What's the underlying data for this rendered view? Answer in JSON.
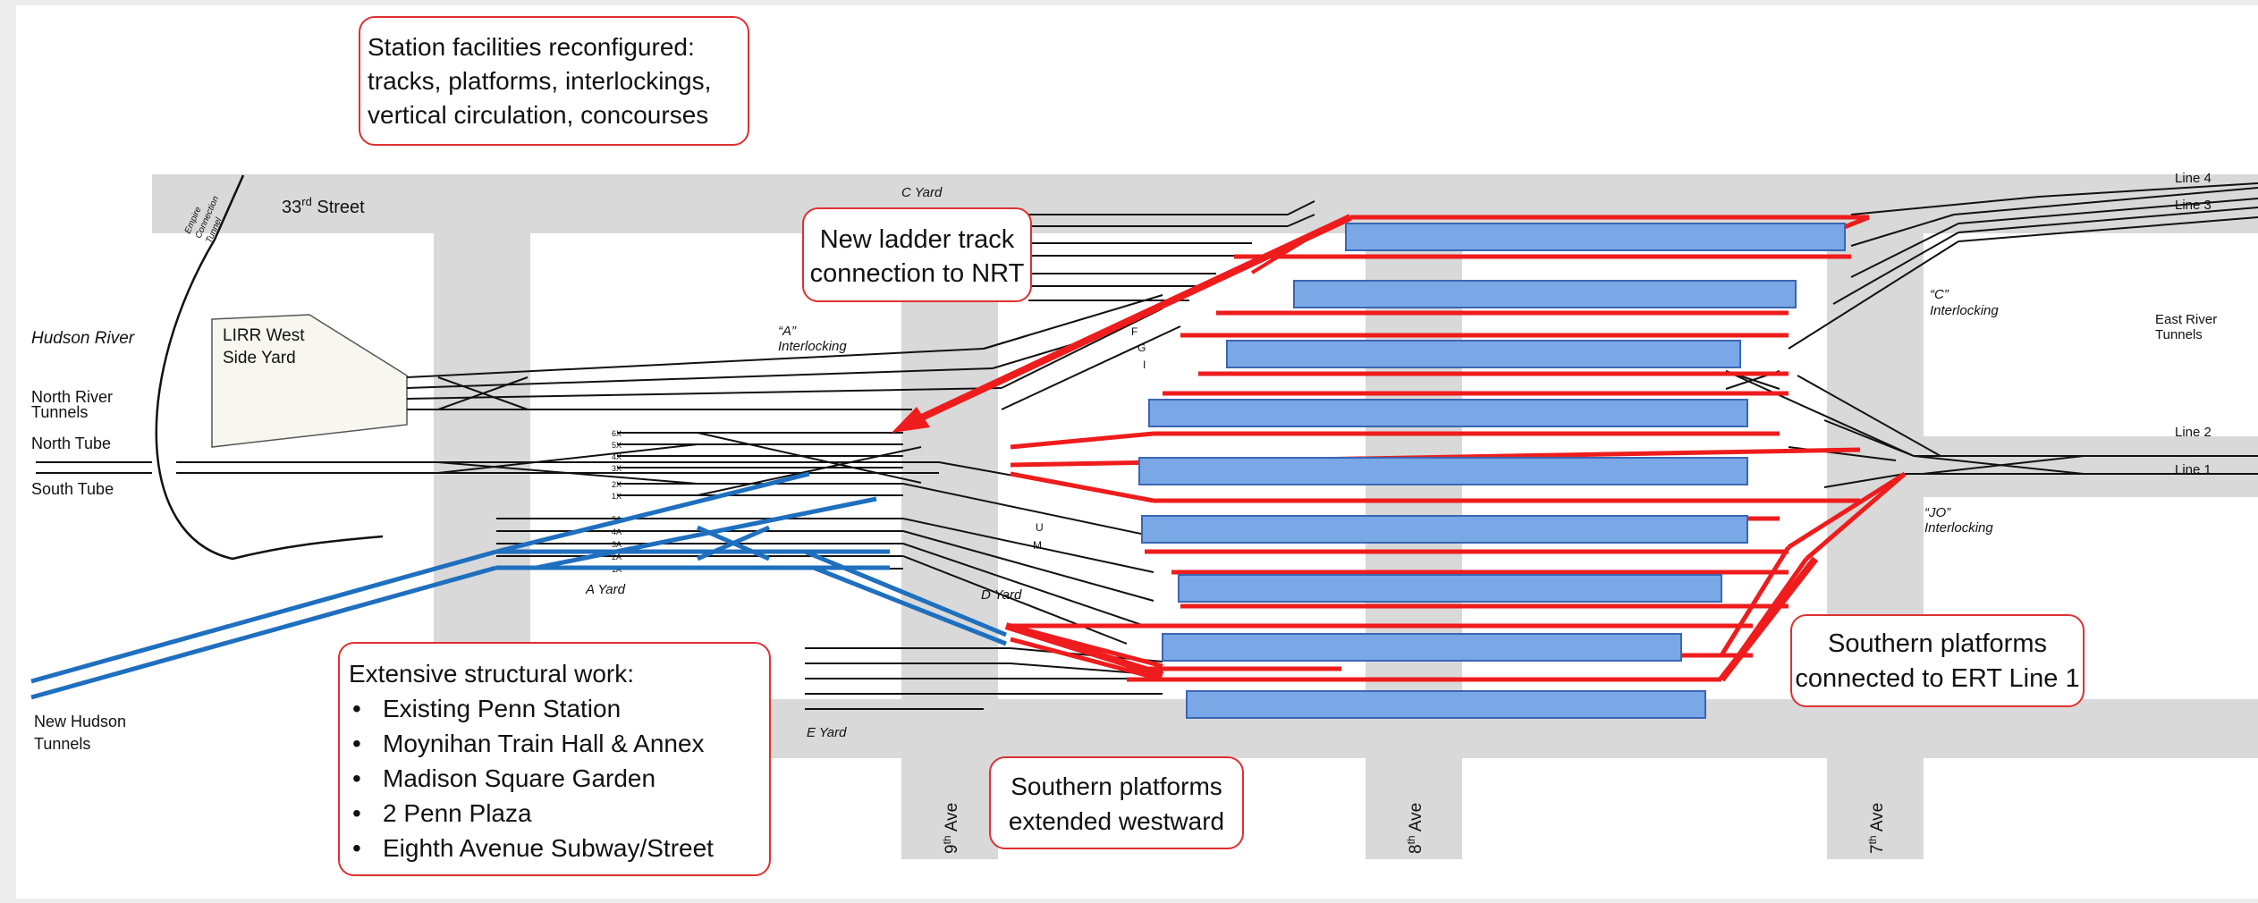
{
  "labels": {
    "street_33": "33",
    "street_33_sup": "rd",
    "street_33_tail": " Street",
    "empire_tunnel": [
      "Empire",
      "Connection",
      "Tunnel"
    ],
    "c_yard": "C Yard",
    "a_yard": "A Yard",
    "d_yard": "D Yard",
    "e_yard": "E Yard",
    "hudson_river": "Hudson River",
    "north_river_tunnels": [
      "North River",
      "Tunnels"
    ],
    "north_tube": "North Tube",
    "south_tube": "South Tube",
    "new_hudson_tunnels": [
      "New Hudson",
      "Tunnels"
    ],
    "lirr_yard": [
      "LIRR West",
      "Side Yard"
    ],
    "a_interlocking": [
      "“A”",
      "Interlocking"
    ],
    "c_interlocking": [
      "“C”",
      "Interlocking"
    ],
    "jo_interlocking": [
      "“JO”",
      "Interlocking"
    ],
    "east_river_tunnels": [
      "East River",
      "Tunnels"
    ],
    "line4": "Line 4",
    "line3": "Line 3",
    "line2": "Line 2",
    "line1": "Line 1",
    "ave9": "9",
    "ave9_sup": "th",
    "ave9_tail": " Ave",
    "ave8": "8",
    "ave8_sup": "th",
    "ave8_tail": " Ave",
    "ave7": "7",
    "ave7_sup": "th",
    "ave7_tail": " Ave",
    "track_marks_x": [
      "6X",
      "5X",
      "4X",
      "3X",
      "2X",
      "1X"
    ],
    "track_marks_a": [
      "5A",
      "4A",
      "3A",
      "2A",
      "1A"
    ],
    "switch_letters": [
      "F",
      "G",
      "I",
      "U",
      "M"
    ]
  },
  "callouts": {
    "station": [
      "Station facilities reconfigured:",
      "tracks, platforms, interlockings,",
      "vertical circulation, concourses"
    ],
    "ladder": [
      "New ladder track",
      "connection to NRT"
    ],
    "structural_title": "Extensive structural work:",
    "structural_items": [
      "Existing Penn Station",
      "Moynihan Train Hall & Annex",
      "Madison Square Garden",
      "2 Penn Plaza",
      "Eighth Avenue Subway/Street"
    ],
    "southern_ert": [
      "Southern platforms",
      "connected to ERT Line 1"
    ],
    "southern_west": [
      "Southern platforms",
      "extended westward"
    ]
  },
  "colors": {
    "background": "#ffffff",
    "band": "#d9d9d9",
    "track": "#111111",
    "new_track": "#ee1c1c",
    "hudson_track": "#1f6fbf",
    "platform_fill": "#7aa7e6",
    "platform_stroke": "#3a66b3",
    "callout_border": "#e03030"
  }
}
